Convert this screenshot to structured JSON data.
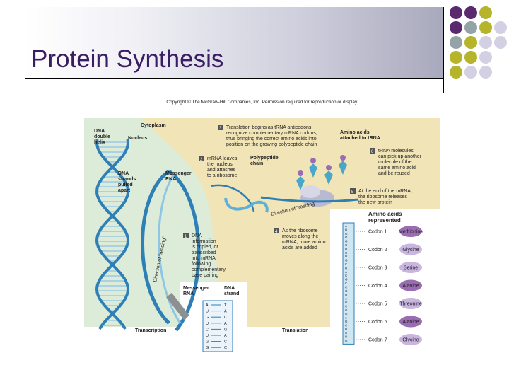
{
  "slide": {
    "title": "Protein Synthesis"
  },
  "figure": {
    "copyright": "Copyright © The McGraw-Hill Companies, Inc. Permission required for reproduction or display.",
    "regions": {
      "cytoplasm": "Cytoplasm",
      "nucleus": "Nucleus",
      "transcription": "Transcription",
      "translation": "Translation"
    },
    "labels": {
      "dna_helix": [
        "DNA",
        "double",
        "helix"
      ],
      "dna_strands": [
        "DNA",
        "strands",
        "pulled",
        "apart"
      ],
      "messenger_rna": [
        "Messenger",
        "RNA"
      ],
      "polypeptide": [
        "Polypeptide",
        "chain"
      ],
      "amino_acids_trna": [
        "Amino acids",
        "attached to tRNA"
      ],
      "direction_reading_1": "Direction of \"reading\"",
      "direction_reading_2": "Direction of \"reading\"",
      "mrna_header": [
        "Messenger",
        "RNA"
      ],
      "dna_header": [
        "DNA",
        "strand"
      ]
    },
    "steps": [
      {
        "num": "1",
        "lines": [
          "DNA",
          "information",
          "is copied, or",
          "transcribed",
          "into mRNA",
          "following",
          "complementary",
          "base pairing"
        ]
      },
      {
        "num": "2",
        "lines": [
          "mRNA leaves",
          "the nucleus",
          "and attaches",
          "to a ribosome"
        ]
      },
      {
        "num": "3",
        "lines": [
          "Translation begins as tRNA anticodons",
          "recognize complementary mRNA codons,",
          "thus bringing the correct amino acids into",
          "position on the growing polypeptide chain"
        ]
      },
      {
        "num": "4",
        "lines": [
          "As the ribosome",
          "moves along the",
          "mRNA, more amino",
          "acids are added"
        ]
      },
      {
        "num": "5",
        "lines": [
          "At the end of the mRNA,",
          "the ribosome releases",
          "the new protein"
        ]
      },
      {
        "num": "6",
        "lines": [
          "tRNA molecules",
          "can pick up another",
          "molecule of the",
          "same amino acid",
          "and be reused"
        ]
      }
    ],
    "amino_table": {
      "header": [
        "Amino acids",
        "represented"
      ],
      "rows": [
        {
          "codon": "Codon 1",
          "amino": "Methionine",
          "color": "#9a6db3"
        },
        {
          "codon": "Codon 2",
          "amino": "Glycine",
          "color": "#c9b5df"
        },
        {
          "codon": "Codon 3",
          "amino": "Serine",
          "color": "#c9b5df"
        },
        {
          "codon": "Codon 4",
          "amino": "Alanine",
          "color": "#9a6db3"
        },
        {
          "codon": "Codon 5",
          "amino": "Threonine",
          "color": "#c9b5df"
        },
        {
          "codon": "Codon 6",
          "amino": "Alanine",
          "color": "#9a6db3"
        },
        {
          "codon": "Codon 7",
          "amino": "Glycine",
          "color": "#c9b5df"
        }
      ],
      "bases": [
        "A",
        "U",
        "G",
        "G",
        "G",
        "C",
        "U",
        "C",
        "U",
        "G",
        "C",
        "U",
        "A",
        "C",
        "G",
        "C",
        "C",
        "G",
        "U",
        "A",
        "G",
        "C",
        "G",
        "G",
        "A",
        "G",
        "C",
        "U",
        "A",
        "U",
        "G"
      ]
    },
    "complement_pairs": [
      [
        "A",
        "T"
      ],
      [
        "U",
        "A"
      ],
      [
        "G",
        "C"
      ],
      [
        "U",
        "A"
      ],
      [
        "C",
        "G"
      ],
      [
        "U",
        "A"
      ],
      [
        "G",
        "C"
      ],
      [
        "G",
        "C"
      ]
    ]
  },
  "colors": {
    "title": "#3b1d63",
    "purple": "#5b2a6e",
    "olive": "#b5b42a",
    "slate": "#93a3a8",
    "lavender": "#d4d0e3",
    "figure_bg": "#f1e4b6",
    "nucleus_bg": "#dcecd8",
    "dna_blue": "#2f7fb7"
  }
}
